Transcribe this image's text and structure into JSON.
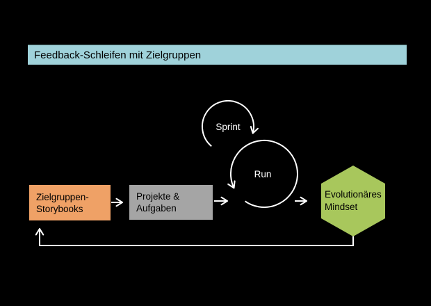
{
  "slide": {
    "title_bar": {
      "text": "Feedback-Schleifen mit Zielgruppen"
    },
    "nodes": {
      "storybooks": {
        "line1": "Zielgruppen-",
        "line2": "Storybooks"
      },
      "projekte": {
        "line1": "Projekte &",
        "line2": "Aufgaben"
      },
      "mindset": {
        "line1": "Evolutionäres",
        "line2": "Mindset"
      }
    },
    "loops": {
      "sprint": {
        "label": "Sprint"
      },
      "run": {
        "label": "Run"
      }
    },
    "colors": {
      "background": "#000000",
      "title_bar_bg": "#9fd2da",
      "storybooks_bg": "#efa166",
      "projekte_bg": "#a5a5a5",
      "mindset_bg": "#a8c75c",
      "connector": "#ffffff",
      "text_dark": "#000000",
      "text_light": "#ffffff"
    }
  }
}
